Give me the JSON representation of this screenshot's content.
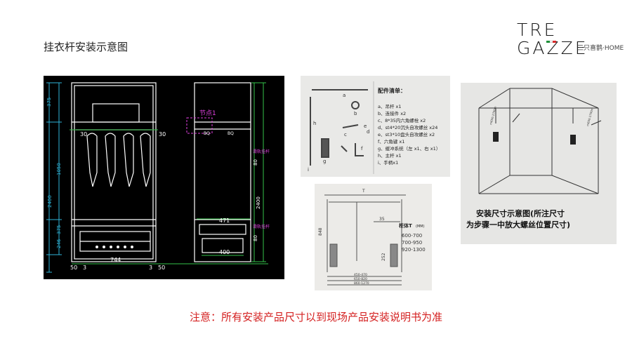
{
  "page": {
    "title": "挂衣杆安装示意图",
    "note": "注意：所有安装产品尺寸以到现场产品安装说明书为准"
  },
  "logo": {
    "wordmark": "TRE GAZZE",
    "subtitle": "三只喜鹊·HOME",
    "flag_colors": [
      "#1f8f3a",
      "#ffffff",
      "#d62a2a"
    ]
  },
  "cad": {
    "dims_left": [
      "375",
      "1050",
      "2400",
      "375",
      "246"
    ],
    "dims_top": [
      "30",
      "30"
    ],
    "dim_bottom": "744",
    "dims_bottom_side": [
      "50",
      "3",
      "3",
      "50"
    ],
    "node_label": "节点1",
    "side_labels": [
      "BQ",
      "BQ"
    ],
    "side_dims": [
      "2400",
      "80",
      "80"
    ],
    "side_top_dim": "471",
    "side_bottom_dim": "400",
    "tags": [
      "滑轨挂杆",
      "滑轨挂杆"
    ]
  },
  "parts": {
    "heading": "配件清单：",
    "items": [
      "a、吊杆 x1",
      "b、连接件 x2",
      "c、8*35内六角螺栓 x2",
      "d、st4*20沉头自攻螺丝 x24",
      "e、st3*10盘头自攻螺丝 x2",
      "f、六角键 x1",
      "g、缓冲系统（左 x1、右 x1）",
      "h、主杆 x1",
      "i、手柄x1"
    ],
    "letters": [
      "a",
      "b",
      "c",
      "d",
      "e",
      "f",
      "g",
      "h",
      "i"
    ]
  },
  "dims_photo": {
    "top_label": "T",
    "offset": "35",
    "body_label": "柜体T",
    "unit": "(MM)",
    "ranges": [
      "600-700",
      "700-950",
      "920-1300"
    ],
    "height": "848",
    "small": "252",
    "bottom": [
      "450-470",
      "650-820",
      "860-1270"
    ]
  },
  "install": {
    "caption_line1": "安装尺寸示意图(所注尺寸",
    "caption_line2": "为步骤一中放大螺丝位置尺寸)",
    "dim_labels": [
      "m650-1700m",
      "m650-1700m"
    ]
  }
}
